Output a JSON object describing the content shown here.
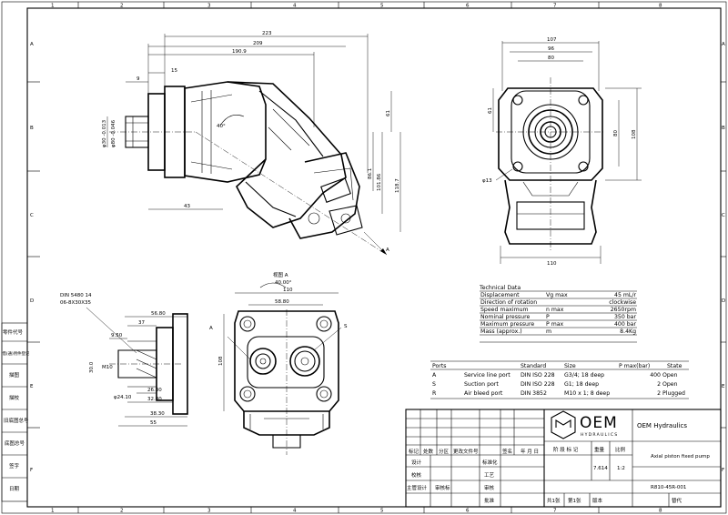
{
  "border": {
    "columns": [
      "1",
      "2",
      "3",
      "4",
      "5",
      "6",
      "7",
      "8"
    ],
    "rows": [
      "A",
      "B",
      "C",
      "D",
      "E",
      "F"
    ]
  },
  "side_labels": [
    "零件代号",
    "借(通)用件登记",
    "描图",
    "描校",
    "旧底图总号",
    "底图总号",
    "签字",
    "日期"
  ],
  "front_view": {
    "dims": {
      "overall_len": "223",
      "len_209": "209",
      "len_190": "190.9",
      "d15": "15",
      "d9": "9",
      "d43": "43",
      "v61": "61",
      "v86": "86.1",
      "v101": "101.86",
      "v118": "118.7",
      "shaft1": "φ30 -0.013",
      "shaft2": "φ80 -0.046",
      "angle": "40°",
      "view_arrow": "A"
    }
  },
  "end_view": {
    "dims": {
      "w107": "107",
      "w96": "96",
      "w80": "80",
      "h61": "61",
      "h80": "80",
      "h108": "108",
      "hole": "φ13",
      "w110": "110"
    }
  },
  "view_a": {
    "title": "视图 A",
    "angle": "40.00°",
    "w110": "110",
    "w58": "58.80",
    "h108": "108",
    "label_a": "A",
    "label_s": "S"
  },
  "shaft_detail": {
    "spline1": "DIN 5480 14",
    "spline2": "06-8X30X35",
    "d56": "56.80",
    "d37": "37",
    "d9": "9.50",
    "d26": "26.30",
    "d32": "32.80",
    "d38": "38.30",
    "d55": "55",
    "d24": "φ24.10",
    "d30": "30.0",
    "m10": "M10"
  },
  "tech_data": {
    "title": "Technical Data",
    "rows": [
      [
        "Displacement",
        "Vg max",
        "45 mL/r"
      ],
      [
        "Direction of rotation",
        "",
        "clockwise"
      ],
      [
        "Speed maximum",
        "n max",
        "2650rpm"
      ],
      [
        "Nominal pressure",
        "P",
        "350 bar"
      ],
      [
        "Maximum pressure",
        "P max",
        "400 bar"
      ],
      [
        "Mass (approx.)",
        "m",
        "8.4Kg"
      ]
    ]
  },
  "ports": {
    "headers": [
      "Ports",
      "",
      "Standard",
      "Size",
      "P max(bar)",
      "State"
    ],
    "rows": [
      [
        "A",
        "Service line port",
        "DIN ISO 228",
        "G3/4; 18 deep",
        "400",
        "Open"
      ],
      [
        "S",
        "Suction port",
        "DIN ISO 228",
        "G1; 18 deep",
        "2",
        "Open"
      ],
      [
        "R",
        "Air bleed port",
        "DIN 3852",
        "M10 x 1; 8 deep",
        "2",
        "Plugged"
      ]
    ]
  },
  "title_block": {
    "logo_text": "OEM",
    "logo_sub": "HYDRAULICS",
    "company": "OEM Hydraulics",
    "name": "Axial piston fixed pump",
    "drawing_no": "R810-45R-001",
    "mass": "7.614",
    "scale": "1:2",
    "headers": [
      "标记",
      "处数",
      "分区",
      "更改文件号",
      "签名",
      "年 月 日"
    ],
    "stage_headers": [
      "阶 段 标 记",
      "重量",
      "比例"
    ],
    "roles_left": [
      "设计",
      "校核",
      "主管设计"
    ],
    "std_label": "标准化",
    "craft_label": "工艺",
    "review_label": "审核",
    "approve_label": "批准",
    "std_check": "审核标",
    "sheets_total": "共1张",
    "sheet_no": "第1张",
    "version": "版本",
    "replaces": "替代"
  }
}
